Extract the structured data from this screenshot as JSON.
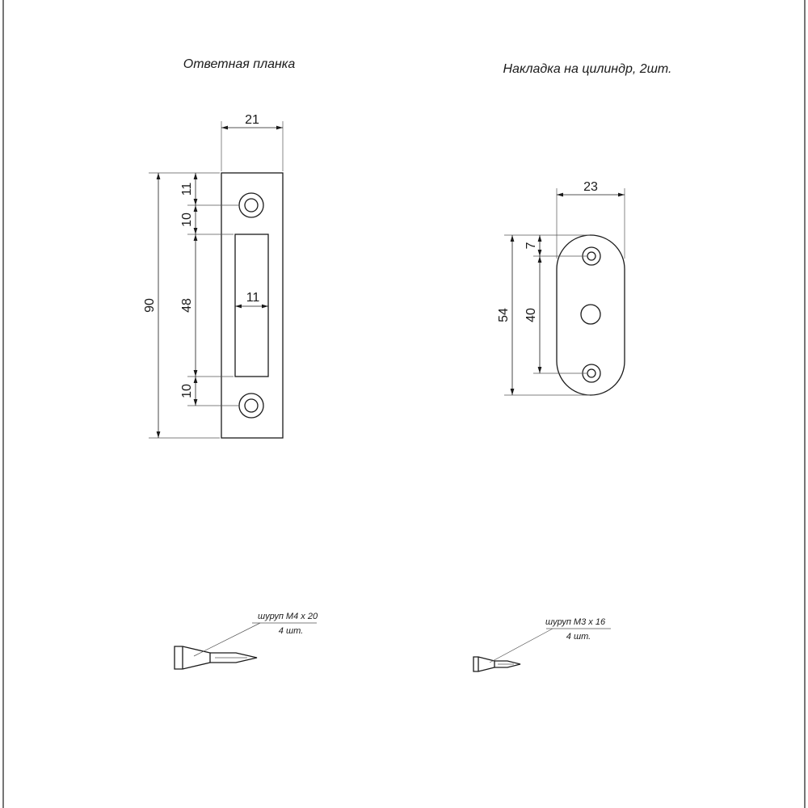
{
  "strike_plate": {
    "title": "Ответная планка",
    "dims": {
      "width": "21",
      "total_height": "90",
      "top_offset": "11",
      "hole_to_slot_top": "10",
      "slot_height": "48",
      "slot_to_hole_bottom": "10",
      "slot_width": "11"
    }
  },
  "cylinder_cover": {
    "title": "Накладка на цилиндр, 2шт.",
    "dims": {
      "width": "23",
      "total_height": "54",
      "top_offset": "7",
      "hole_spacing": "40"
    }
  },
  "screws": [
    {
      "label": "шуруп М4 х 20",
      "qty": "4 шт."
    },
    {
      "label": "шуруп М3 х 16",
      "qty": "4 шт."
    }
  ]
}
